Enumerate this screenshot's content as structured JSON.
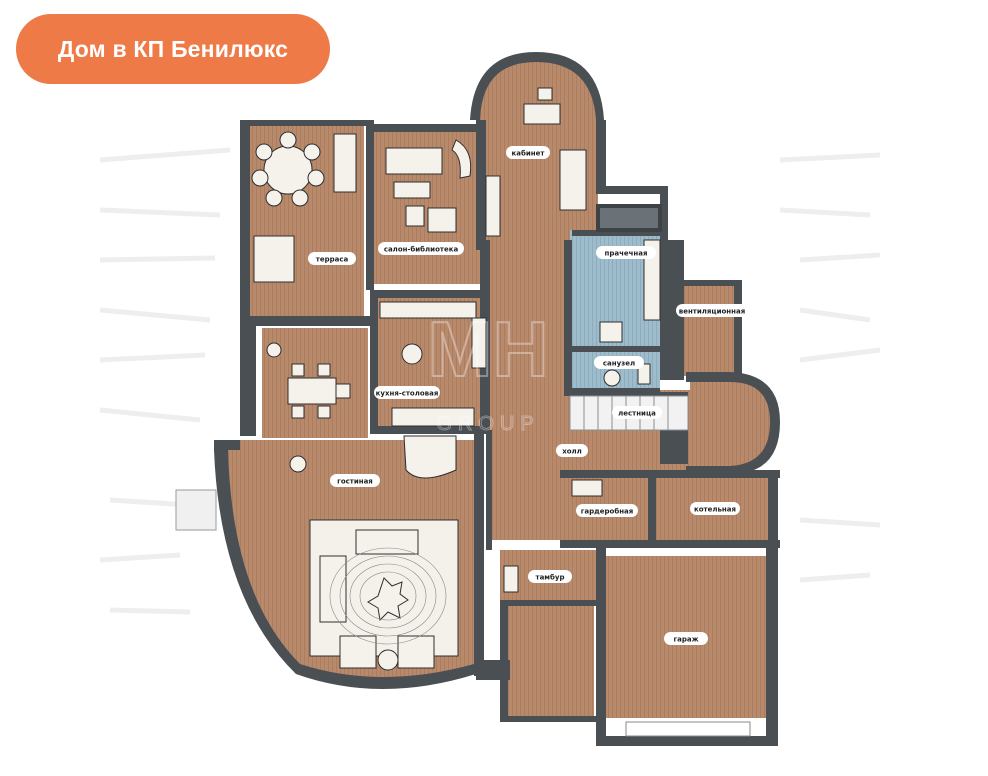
{
  "header": {
    "title": "Дом в КП Бенилюкс"
  },
  "watermark": {
    "brand": "MH",
    "sub": "GROUP"
  },
  "colors": {
    "title_pill": "#ee7a47",
    "wall": "#4a4f54",
    "floor_wood": "#b9896c",
    "floor_tile": "#9fbccc",
    "furniture": "#f5f2ec"
  },
  "rooms": [
    {
      "id": "terrace",
      "label": "терраса"
    },
    {
      "id": "salon",
      "label": "салон-библиотека"
    },
    {
      "id": "cabinet",
      "label": "кабинет"
    },
    {
      "id": "laundry",
      "label": "прачечная"
    },
    {
      "id": "ventilation",
      "label": "вентиляционная"
    },
    {
      "id": "bathroom",
      "label": "санузел"
    },
    {
      "id": "stairs",
      "label": "лестница"
    },
    {
      "id": "kitchen",
      "label": "кухня-столовая"
    },
    {
      "id": "hall",
      "label": "холл"
    },
    {
      "id": "living",
      "label": "гостиная"
    },
    {
      "id": "wardrobe",
      "label": "гардеробная"
    },
    {
      "id": "boiler",
      "label": "котельная"
    },
    {
      "id": "vestibule",
      "label": "тамбур"
    },
    {
      "id": "garage",
      "label": "гараж"
    }
  ]
}
